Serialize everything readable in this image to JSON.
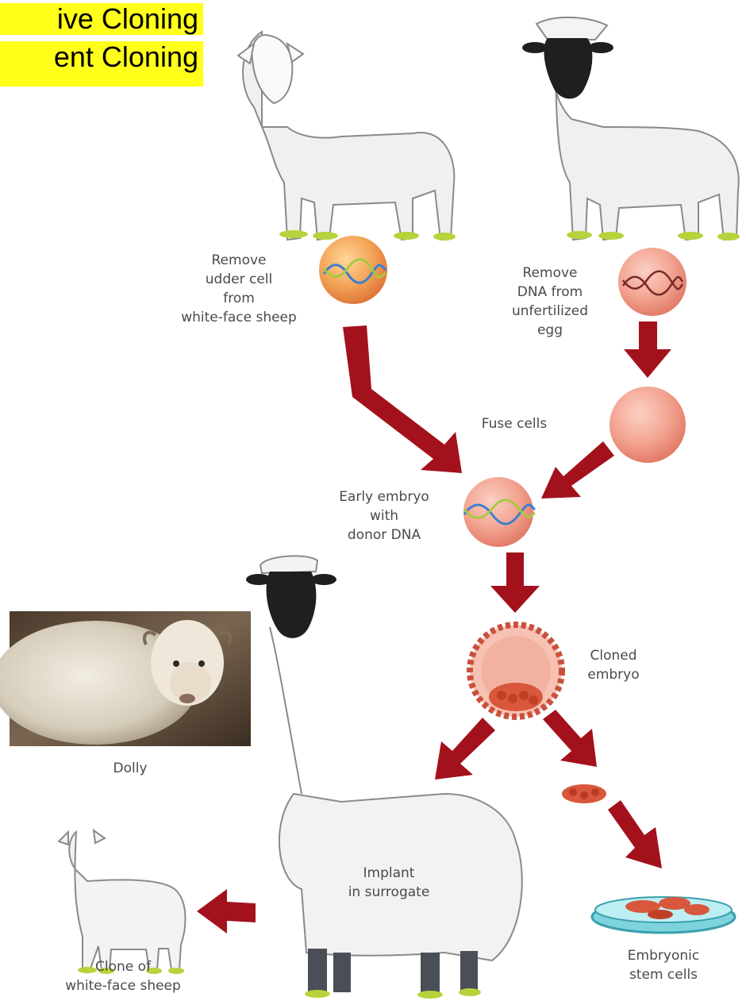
{
  "header": {
    "line1": "ive Cloning",
    "line2": "ent Cloning"
  },
  "labels": {
    "remove_udder": [
      "Remove",
      "udder cell",
      "from",
      "white-face sheep"
    ],
    "remove_dna": [
      "Remove",
      "DNA from",
      "unfertilized",
      "egg"
    ],
    "fuse": "Fuse cells",
    "early_embryo": [
      "Early embryo",
      "with",
      "donor DNA"
    ],
    "cloned_embryo": [
      "Cloned",
      "embryo"
    ],
    "dolly": "Dolly",
    "implant": [
      "Implant",
      "in surrogate"
    ],
    "embryonic": [
      "Embryonic",
      "stem cells"
    ],
    "clone": [
      "Clone of",
      "white-face sheep"
    ]
  },
  "colors": {
    "arrow": "#a3111c",
    "cell_orange": "#f2a45a",
    "cell_pink": "#f3a492",
    "dna_blue": "#3c7fd0",
    "dna_green": "#a8c840",
    "highlight": "#ffff1a",
    "grass": "#b7d33c"
  }
}
